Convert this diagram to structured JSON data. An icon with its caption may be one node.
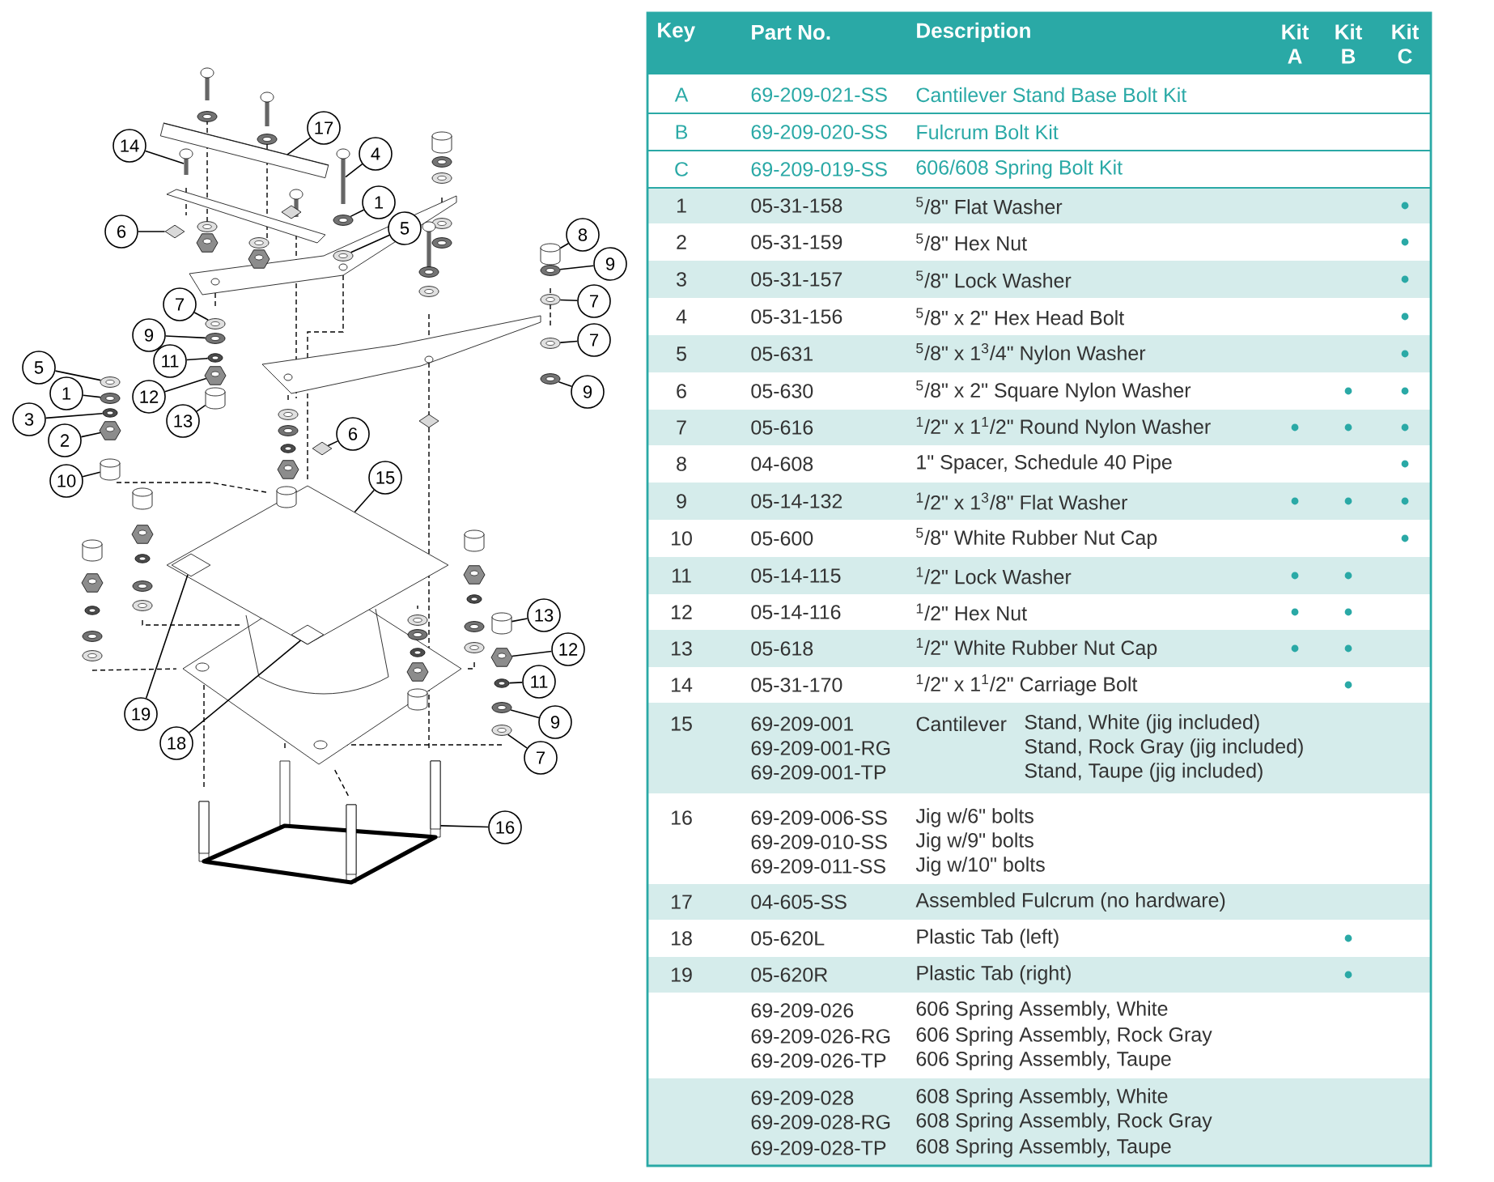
{
  "diagram": {
    "nodes": [
      {
        "text": [
          "17"
        ]
      },
      {
        "text": [
          "14"
        ]
      },
      {
        "text": [
          "4"
        ]
      },
      {
        "text": [
          "1"
        ]
      },
      {
        "text": [
          "5"
        ]
      },
      {
        "text": [
          "6"
        ]
      },
      {
        "text": [
          "8"
        ]
      },
      {
        "text": [
          "9"
        ]
      },
      {
        "text": [
          "7"
        ]
      },
      {
        "text": [
          "7"
        ]
      },
      {
        "text": [
          "9"
        ]
      },
      {
        "text": [
          "7"
        ]
      },
      {
        "text": [
          "9"
        ]
      },
      {
        "text": [
          "11"
        ]
      },
      {
        "text": [
          "12"
        ]
      },
      {
        "text": [
          "13"
        ]
      },
      {
        "text": [
          "5"
        ]
      },
      {
        "text": [
          "1"
        ]
      },
      {
        "text": [
          "3"
        ]
      },
      {
        "text": [
          "2"
        ]
      },
      {
        "text": [
          "10"
        ]
      },
      {
        "text": [
          "6"
        ]
      },
      {
        "text": [
          "15"
        ]
      },
      {
        "text": [
          "13"
        ]
      },
      {
        "text": [
          "12"
        ]
      },
      {
        "text": [
          "11"
        ]
      },
      {
        "text": [
          "9"
        ]
      },
      {
        "text": [
          "7"
        ]
      },
      {
        "text": [
          "19"
        ]
      },
      {
        "text": [
          "18"
        ]
      },
      {
        "text": [
          "16"
        ]
      },
      {
        "text": [],
        "shape": "bar"
      },
      {
        "text": [],
        "shape": "bolt"
      },
      {
        "text": [],
        "shape": "bolt"
      },
      {
        "text": [],
        "shape": "ring"
      },
      {
        "text": [],
        "shape": "ring"
      },
      {
        "text": [],
        "shape": "diamond"
      },
      {
        "text": [],
        "shape": "cylinder"
      },
      {
        "text": [],
        "shape": "ring"
      },
      {
        "text": [],
        "shape": "ring"
      },
      {
        "text": [],
        "shape": "ring"
      },
      {
        "text": [],
        "shape": "ring"
      },
      {
        "text": [],
        "shape": "ring"
      },
      {
        "text": [],
        "shape": "ring"
      },
      {
        "text": [],
        "shape": "ring"
      },
      {
        "text": [],
        "shape": "hexagon"
      },
      {
        "text": [],
        "shape": "cylinder"
      },
      {
        "text": [],
        "shape": "ring"
      },
      {
        "text": [],
        "shape": "ring"
      },
      {
        "text": [],
        "shape": "ring"
      },
      {
        "text": [],
        "shape": "hexagon"
      },
      {
        "text": [],
        "shape": "cylinder"
      },
      {
        "text": [],
        "shape": "diamond"
      },
      {
        "text": [],
        "shape": "diamond"
      },
      {
        "text": [],
        "shape": "cylinder"
      },
      {
        "text": [],
        "shape": "hexagon"
      },
      {
        "text": [],
        "shape": "ring"
      },
      {
        "text": [],
        "shape": "ring"
      },
      {
        "text": [],
        "shape": "ring"
      },
      {
        "text": [],
        "shape": "diamond",
        "in": 53
      },
      {
        "text": [],
        "shape": "diamond",
        "in": 53
      },
      {
        "text": [],
        "shape": "frame"
      },
      {
        "text": [],
        "shape": "hexagon"
      },
      {
        "text": [],
        "shape": "hexagon"
      },
      {
        "text": [],
        "shape": "cylinder"
      },
      {
        "text": [],
        "shape": "hexagon"
      },
      {
        "text": [],
        "shape": "cylinder",
        "in": 53
      },
      {
        "text": [],
        "shape": "cylinder"
      },
      {
        "text": [],
        "shape": "hexagon"
      },
      {
        "text": [],
        "shape": "cylinder"
      },
      {
        "text": [],
        "shape": "hexagon"
      },
      {
        "text": [],
        "shape": "cylinder"
      },
      {
        "text": [],
        "shape": "hexagon"
      },
      {
        "text": [],
        "shape": "hexagon"
      },
      {
        "text": [],
        "shape": "cylinder"
      }
    ],
    "edges": [
      {
        "from": 0,
        "to": 31,
        "arrow": "none"
      },
      {
        "from": 1,
        "to": 32,
        "arrow": "none"
      },
      {
        "from": 2,
        "to": 33,
        "arrow": "none"
      },
      {
        "from": 3,
        "to": 34,
        "arrow": "none"
      },
      {
        "from": 4,
        "to": 35,
        "arrow": "none"
      },
      {
        "from": 5,
        "to": 36,
        "arrow": "none"
      },
      {
        "from": 6,
        "to": 37,
        "arrow": "none"
      },
      {
        "from": 7,
        "to": 38,
        "arrow": "none"
      },
      {
        "from": 8,
        "to": 39,
        "arrow": "none"
      },
      {
        "from": 9,
        "to": 40,
        "arrow": "none"
      },
      {
        "from": 10,
        "to": 41,
        "arrow": "none"
      },
      {
        "from": 11,
        "to": 42,
        "arrow": "none"
      },
      {
        "from": 12,
        "to": 43,
        "arrow": "none"
      },
      {
        "from": 13,
        "to": 44,
        "arrow": "none"
      },
      {
        "from": 14,
        "to": 45,
        "arrow": "none"
      },
      {
        "from": 15,
        "to": 46,
        "arrow": "none"
      },
      {
        "from": 16,
        "to": 47,
        "arrow": "none"
      },
      {
        "from": 17,
        "to": 48,
        "arrow": "none"
      },
      {
        "from": 18,
        "to": 49,
        "arrow": "none"
      },
      {
        "from": 19,
        "to": 50,
        "arrow": "none"
      },
      {
        "from": 20,
        "to": 51,
        "arrow": "none"
      },
      {
        "from": 21,
        "to": 52,
        "arrow": "none"
      },
      {
        "from": 22,
        "to": 53,
        "arrow": "none"
      },
      {
        "from": 23,
        "to": 54,
        "arrow": "none"
      },
      {
        "from": 24,
        "to": 55,
        "arrow": "none"
      },
      {
        "from": 25,
        "to": 56,
        "arrow": "none"
      },
      {
        "from": 26,
        "to": 57,
        "arrow": "none"
      },
      {
        "from": 27,
        "to": 58,
        "arrow": "none"
      },
      {
        "from": 28,
        "to": 59,
        "arrow": "none"
      },
      {
        "from": 29,
        "to": 60,
        "arrow": "none"
      },
      {
        "from": 30,
        "to": 61,
        "arrow": "none"
      }
    ],
    "labels": [
      "Key",
      "Part No.",
      "Description",
      "Kit A",
      "Kit B",
      "Kit C",
      "A",
      "69-209-021-SS",
      "Cantilever Stand Base Bolt Kit",
      "B",
      "69-209-020-SS",
      "Fulcrum Bolt Kit",
      "C",
      "69-209-019-SS",
      "606/608 Spring Bolt Kit",
      "1",
      "05-31-158",
      "$^{5}$/8\" Flat Washer",
      "2",
      "05-31-159",
      "$^{5}$/8\" Hex Nut",
      "3",
      "05-31-157",
      "$^{5}$/8\" Lock Washer",
      "4",
      "05-31-156",
      "$^{5}$/8\" x 2\" Hex Head Bolt",
      "5",
      "05-631",
      "$^{5}$/8\" x 1$^{3}$/4\" Nylon Washer",
      "6",
      "05-630",
      "$^{5}$/8\" x 2\" Square Nylon Washer",
      "7",
      "05-616",
      "$^{1}$/2\" x 1$^{1}$/2\" Round Nylon Washer",
      "8",
      "04-608",
      "1\" Spacer, Schedule 40 Pipe",
      "9",
      "05-14-132",
      "$^{1}$/2\" x 1$^{3}$/8\" Flat Washer",
      "10",
      "05-600",
      "$^{5}$/8\" White Rubber Nut Cap",
      "11",
      "05-14-115",
      "$^{1}$/2\" Lock Washer",
      "12",
      "05-14-116",
      "$^{1}$/2\" Hex Nut",
      "13",
      "05-618",
      "$^{1}$/2\" White Rubber Nut Cap",
      "14",
      "05-31-170",
      "$^{1}$/2\" x 1$^{1}$/2\" Carriage Bolt",
      "15",
      "69-209-001",
      "Cantilever",
      "Stand, White (jig included)",
      "69-209-001-RG",
      "Stand, Rock Gray (jig included)",
      "69-209-001-TP",
      "Stand, Taupe (jig included)",
      "16",
      "69-209-006-SS",
      "Jig w/6\" bolts",
      "69-209-010-SS",
      "Jig w/9\" bolts",
      "69-209-011-SS",
      "Jig w/10\" bolts",
      "17",
      "04-605-SS",
      "Assembled Fulcrum (no hardware)",
      "18",
      "05-620L",
      "Plastic Tab (left)",
      "19",
      "05-620R",
      "Plastic Tab (right)",
      "69-209-026",
      "606 Spring Assembly, White",
      "69-209-026-RG",
      "606 Spring Assembly, Rock Gray",
      "69-209-026-TP",
      "606 Spring Assembly, Taupe",
      "69-209-028",
      "608 Spring Assembly, White",
      "69-209-028-RG",
      "608 Spring Assembly, Rock Gray",
      "69-209-028-TP",
      "608 Spring Assembly, Taupe"
    ]
  }
}
